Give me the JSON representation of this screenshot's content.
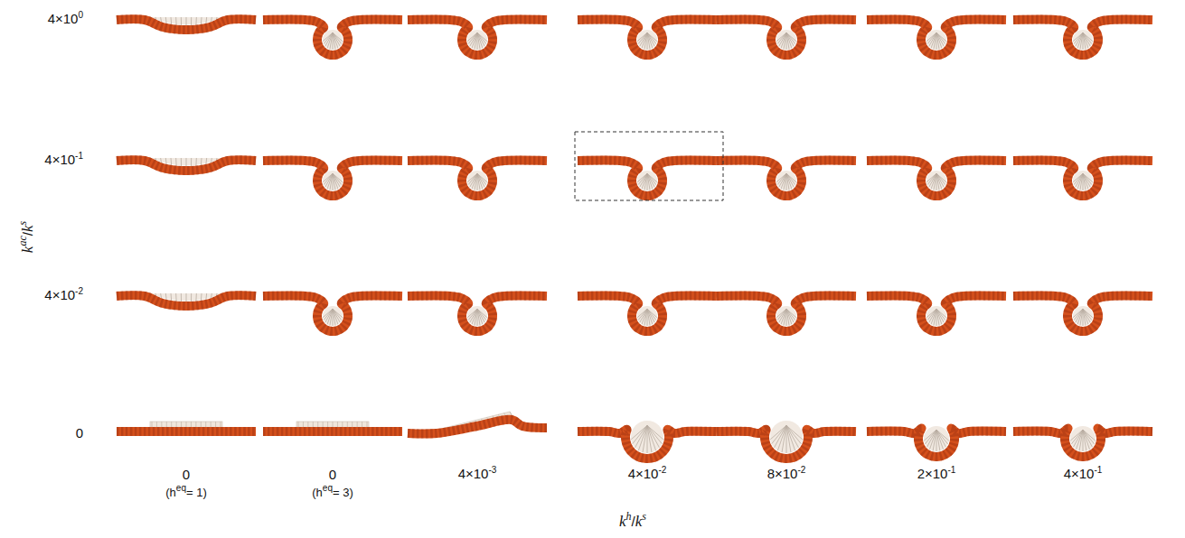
{
  "diagram": {
    "labels": [
      "4×10",
      "0",
      "4×10",
      "-1",
      "4×10",
      "-2",
      "0",
      "k",
      "ac",
      "/",
      "k",
      "s",
      "0",
      "(h",
      "eq",
      "= 1)",
      "0",
      "(h",
      "eq",
      "= 3)",
      "4×10",
      "-3",
      "4×10",
      "-2",
      "8×10",
      "-2",
      "2×10",
      "-1",
      "4×10",
      "-1",
      "k",
      "h",
      "/",
      "k",
      "s"
    ]
  }
}
